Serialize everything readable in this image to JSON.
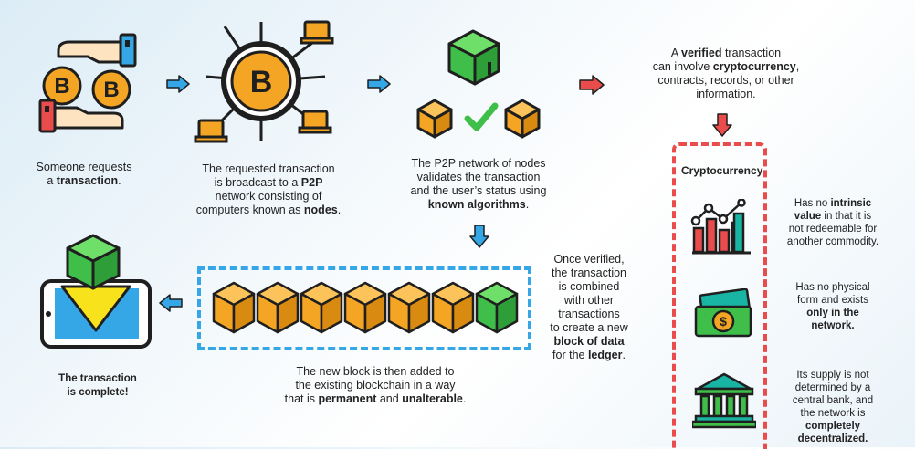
{
  "steps": {
    "request": {
      "lines": [
        [
          {
            "t": "Someone requests"
          }
        ],
        [
          {
            "t": "a "
          },
          {
            "t": "transaction",
            "b": true
          },
          {
            "t": "."
          }
        ]
      ]
    },
    "broadcast": {
      "lines": [
        [
          {
            "t": "The requested transaction"
          }
        ],
        [
          {
            "t": "is broadcast to a "
          },
          {
            "t": "P2P",
            "b": true
          }
        ],
        [
          {
            "t": "network consisting of"
          }
        ],
        [
          {
            "t": "computers known as "
          },
          {
            "t": "nodes",
            "b": true
          },
          {
            "t": "."
          }
        ]
      ]
    },
    "validate": {
      "lines": [
        [
          {
            "t": "The P2P network of nodes"
          }
        ],
        [
          {
            "t": "validates the transaction"
          }
        ],
        [
          {
            "t": "and the user’s status using"
          }
        ],
        [
          {
            "t": "known algorithms",
            "b": true
          },
          {
            "t": "."
          }
        ]
      ]
    },
    "verified": {
      "lines": [
        [
          {
            "t": "A "
          },
          {
            "t": "verified",
            "b": true
          },
          {
            "t": " transaction"
          }
        ],
        [
          {
            "t": "can involve "
          },
          {
            "t": "cryptocurrency",
            "b": true
          },
          {
            "t": ","
          }
        ],
        [
          {
            "t": "contracts, records, or other"
          }
        ],
        [
          {
            "t": "information."
          }
        ]
      ]
    },
    "combined": {
      "lines": [
        [
          {
            "t": "Once verified,"
          }
        ],
        [
          {
            "t": "the transaction"
          }
        ],
        [
          {
            "t": "is combined"
          }
        ],
        [
          {
            "t": "with other"
          }
        ],
        [
          {
            "t": "transactions"
          }
        ],
        [
          {
            "t": "to create a new"
          }
        ],
        [
          {
            "t": "block of data",
            "b": true
          }
        ],
        [
          {
            "t": "for the "
          },
          {
            "t": "ledger",
            "b": true
          },
          {
            "t": "."
          }
        ]
      ]
    },
    "added": {
      "lines": [
        [
          {
            "t": "The new block is then added to"
          }
        ],
        [
          {
            "t": "the existing blockchain in a way"
          }
        ],
        [
          {
            "t": "that is "
          },
          {
            "t": "permanent",
            "b": true
          },
          {
            "t": " and "
          },
          {
            "t": "unalterable",
            "b": true
          },
          {
            "t": "."
          }
        ]
      ]
    },
    "complete": {
      "lines": [
        [
          {
            "t": "The transaction",
            "b": true
          }
        ],
        [
          {
            "t": "is complete!",
            "b": true
          }
        ]
      ]
    }
  },
  "cryptocurrency": {
    "title": "Cryptocurrency",
    "facts": [
      {
        "lines": [
          [
            {
              "t": "Has no "
            },
            {
              "t": "intrinsic",
              "b": true
            }
          ],
          [
            {
              "t": "value",
              "b": true
            },
            {
              "t": " in that it is"
            }
          ],
          [
            {
              "t": "not redeemable for"
            }
          ],
          [
            {
              "t": "another commodity."
            }
          ]
        ]
      },
      {
        "lines": [
          [
            {
              "t": "Has no physical"
            }
          ],
          [
            {
              "t": "form and exists"
            }
          ],
          [
            {
              "t": "only in the",
              "b": true
            }
          ],
          [
            {
              "t": "network.",
              "b": true
            }
          ]
        ]
      },
      {
        "lines": [
          [
            {
              "t": "Its supply is not"
            }
          ],
          [
            {
              "t": "determined by a"
            }
          ],
          [
            {
              "t": "central bank, and"
            }
          ],
          [
            {
              "t": "the network is"
            }
          ],
          [
            {
              "t": "completely",
              "b": true
            }
          ],
          [
            {
              "t": "decentralized.",
              "b": true
            }
          ]
        ]
      }
    ]
  },
  "blockchain": {
    "orange_blocks": 6,
    "green_blocks": 1
  },
  "icons": [
    "hands-coins-icon",
    "bitcoin-network-icon",
    "validation-blocks-icon",
    "chart-icon",
    "money-icon",
    "bank-icon",
    "complete-transaction-icon"
  ],
  "colors": {
    "orange": "#f5a524",
    "green": "#3fbf4a",
    "blue_arrow": "#35a7e6",
    "red_arrow": "#ea4b4b",
    "teal": "#18b5a4",
    "dark": "#1f1f1f"
  }
}
